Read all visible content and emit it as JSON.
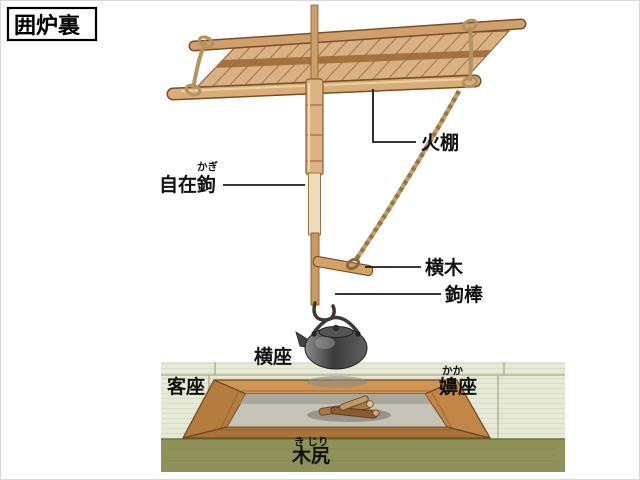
{
  "title": "囲炉裏",
  "labels": {
    "hidana": {
      "text": "火棚"
    },
    "jizaikagi": {
      "text": "自在鉤",
      "furigana": "かぎ"
    },
    "yokogi": {
      "text": "横木"
    },
    "kagibo": {
      "text": "鉤棒"
    },
    "yokoza": {
      "text": "横座"
    },
    "kyakuza": {
      "text": "客座"
    },
    "kakaza": {
      "text": "嬶座",
      "furigana": "かか"
    },
    "kijiri": {
      "text": "木尻",
      "furigana": "き じり"
    }
  },
  "colors": {
    "wood_light": "#d9ad77",
    "wood_dark": "#8a5a30",
    "rope": "#bfa06a",
    "tatami": "#e8ead9",
    "hearth_frame": "#bf854a",
    "ash": "#c6c4b8",
    "kettle_dark": "#3c3c3c",
    "floor_board": "#8e9258"
  }
}
